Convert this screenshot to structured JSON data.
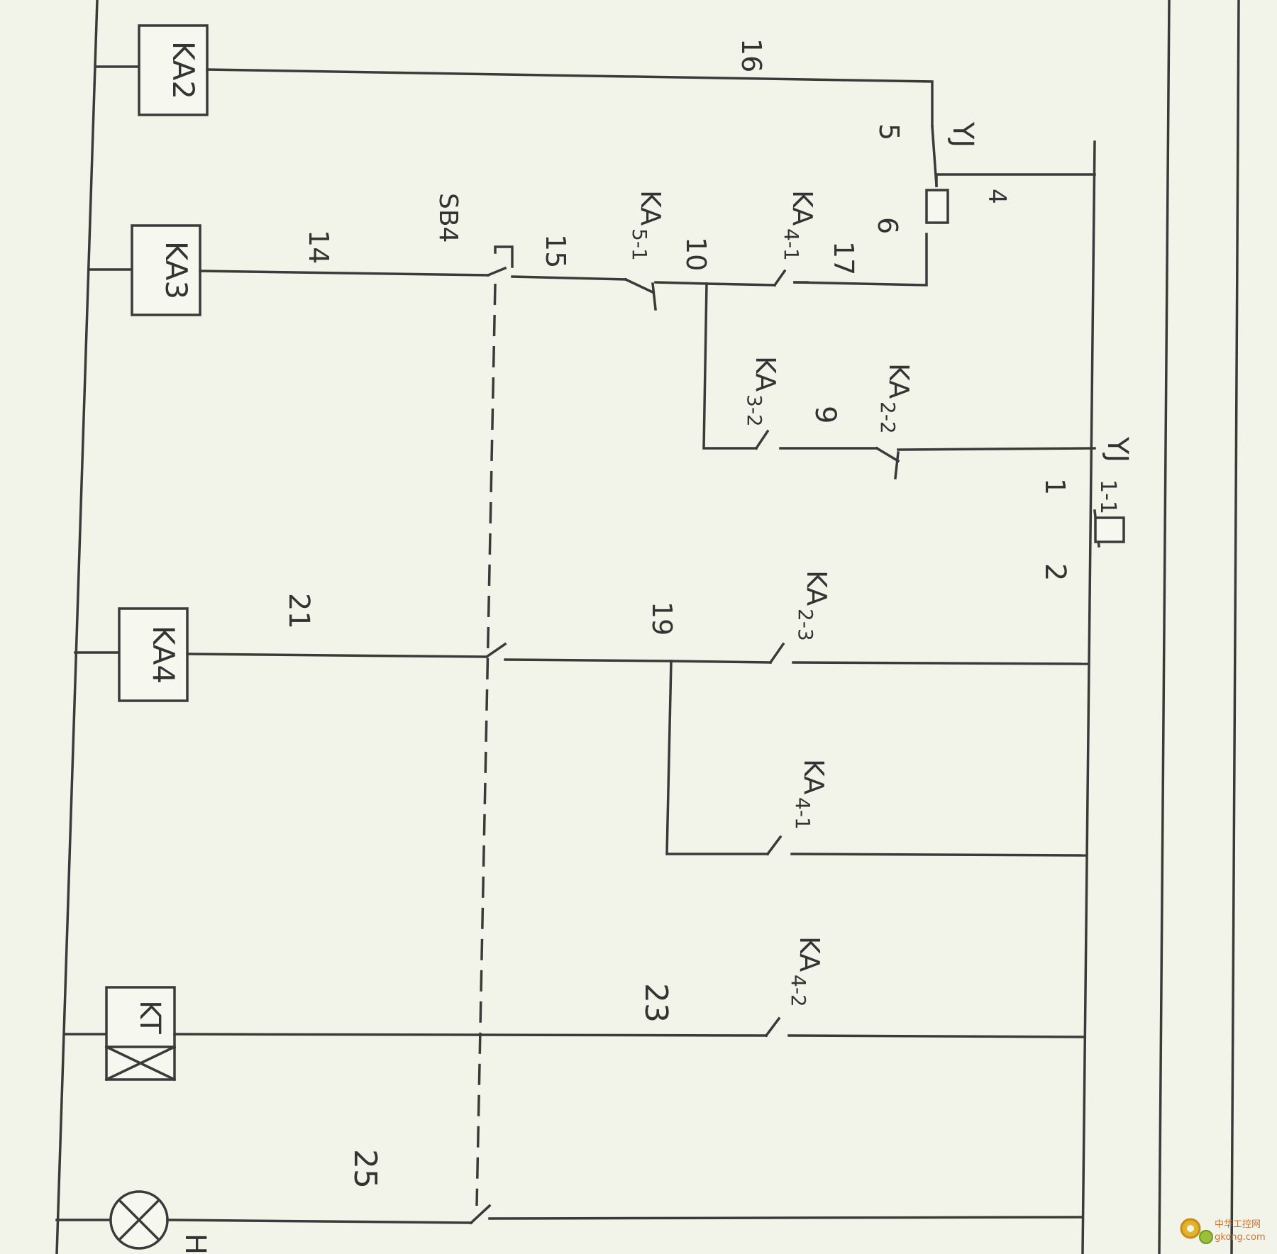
{
  "coils": {
    "ka2": "KA2",
    "ka3": "KA3",
    "ka4": "KA4",
    "kt": "KT",
    "hl": "H"
  },
  "contacts": {
    "yj": "YJ",
    "yj_1": "YJ",
    "yj_1_sub": "1-1",
    "sb4": "SB4",
    "ka5_1": "KA",
    "ka5_1_sub": "5-1",
    "ka4_1_top": "KA",
    "ka4_1_top_sub": "4-1",
    "ka3_2": "KA",
    "ka3_2_sub": "3-2",
    "ka2_2": "KA",
    "ka2_2_sub": "2-2",
    "ka2_3": "KA",
    "ka2_3_sub": "2-3",
    "ka4_1_mid": "KA",
    "ka4_1_mid_sub": "4-1",
    "ka4_2": "KA",
    "ka4_2_sub": "4-2"
  },
  "wire_numbers": {
    "n16": "16",
    "n5": "5",
    "n4": "4",
    "n6": "6",
    "n17": "17",
    "n14": "14",
    "n15": "15",
    "n10": "10",
    "n9": "9",
    "n1": "1",
    "n2": "2",
    "n19": "19",
    "n21": "21",
    "n23": "23",
    "n25": "25"
  },
  "watermark": {
    "line1": "中华工控网",
    "line2": "gkong.com"
  }
}
